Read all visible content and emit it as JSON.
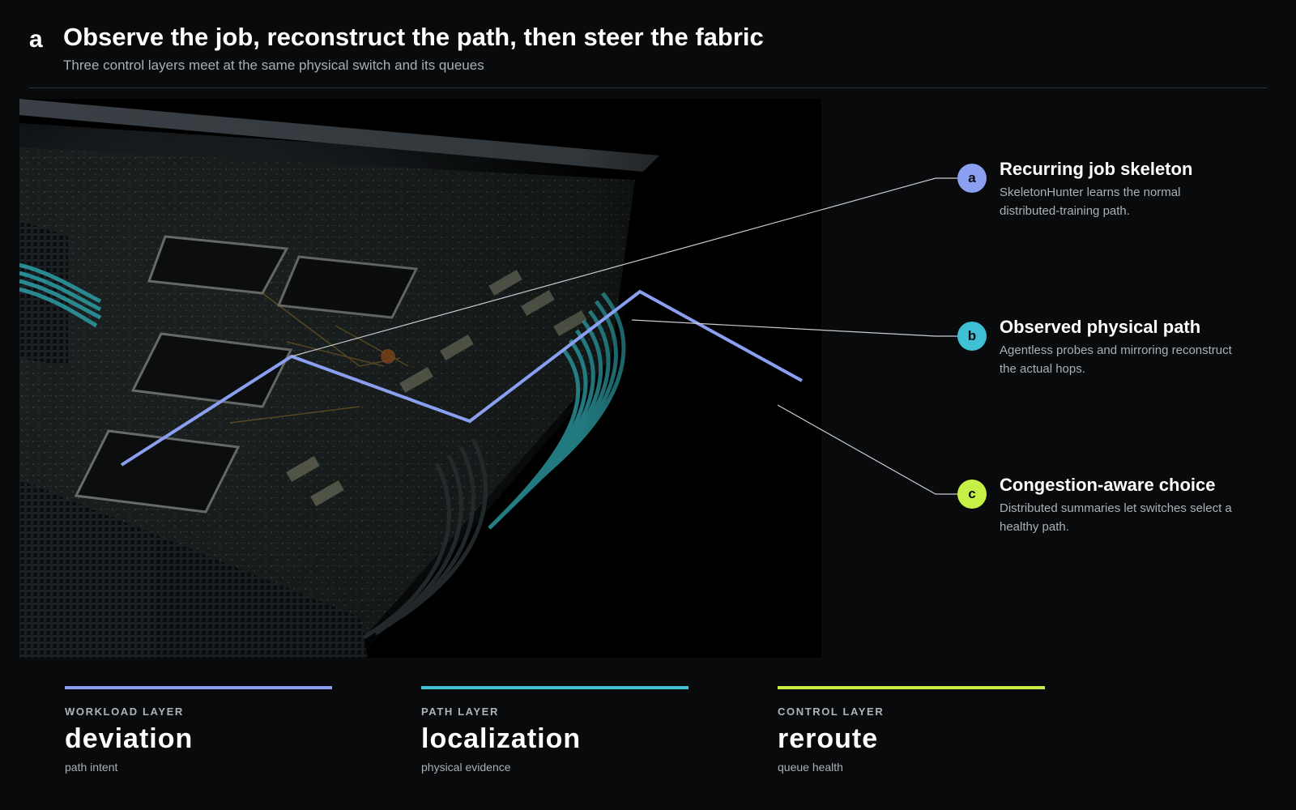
{
  "header": {
    "panel_letter": "a",
    "title": "Observe the job, reconstruct the path, then steer the fabric",
    "subtitle": "Three control layers meet at the same physical switch and its queues"
  },
  "colors": {
    "background": "#080a0c",
    "workload": "#8a9ff0",
    "path": "#3fc0d4",
    "control": "#c6f046",
    "leader_line": "#c9ccd0"
  },
  "callouts": [
    {
      "badge": "a",
      "title": "Recurring job skeleton",
      "description": "SkeletonHunter learns the normal distributed-training path."
    },
    {
      "badge": "b",
      "title": "Observed physical path",
      "description": "Agentless probes and mirroring reconstruct the actual hops."
    },
    {
      "badge": "c",
      "title": "Congestion-aware choice",
      "description": "Distributed summaries let switches select a healthy path."
    }
  ],
  "legend": [
    {
      "eyebrow": "WORKLOAD LAYER",
      "term": "deviation",
      "note": "path intent"
    },
    {
      "eyebrow": "PATH LAYER",
      "term": "localization",
      "note": "physical evidence"
    },
    {
      "eyebrow": "CONTROL LAYER",
      "term": "reroute",
      "note": "queue health"
    }
  ]
}
